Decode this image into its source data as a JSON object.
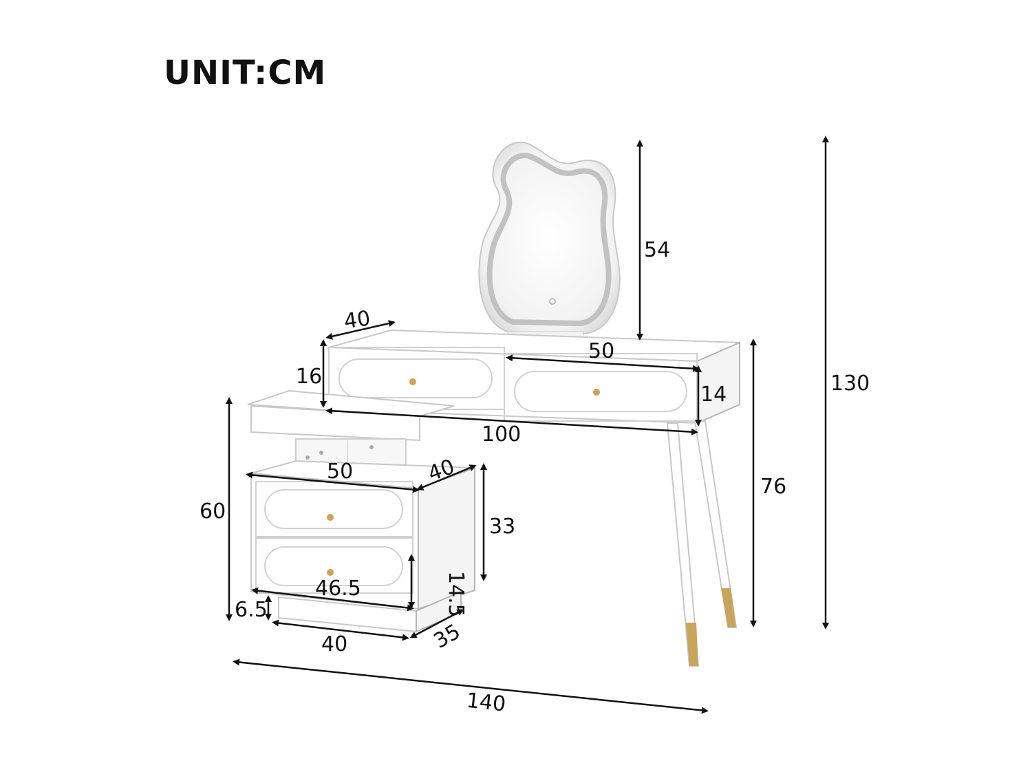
{
  "title": "UNIT:CM",
  "dimensions": {
    "mirror_height": "54",
    "total_height": "130",
    "top_depth": "40",
    "top_drawer_width": "50",
    "top_drawer_height": "16",
    "right_drawer_height": "14",
    "desk_width": "100",
    "desk_height": "76",
    "cabinet_height": "60",
    "cabinet_width": "50",
    "cabinet_depth": "40",
    "drawer_stack_height": "33",
    "drawer_width": "46.5",
    "drawer_height": "14.5",
    "base_height": "6.5",
    "base_width": "40",
    "base_depth": "35",
    "total_width": "140"
  },
  "colors": {
    "ink": "#111111",
    "furniture": "#ffffff",
    "outline": "#c8c8c8",
    "gold": "#c9a45c",
    "mirror_glow": "#b9b9b9"
  }
}
